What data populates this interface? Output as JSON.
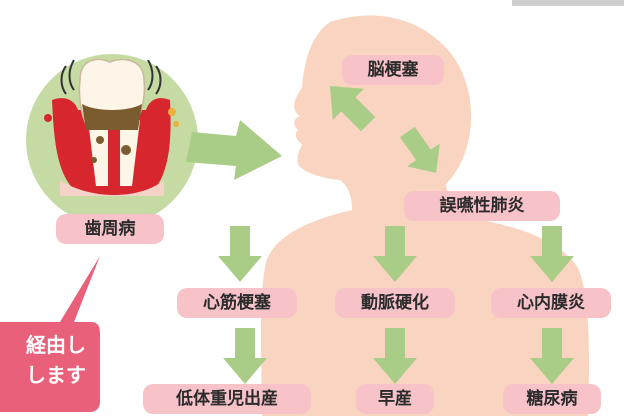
{
  "nodes": {
    "periodontal": "歯周病",
    "stroke": "脳梗塞",
    "pneumonia": "誤嚥性肺炎",
    "heart_attack": "心筋梗塞",
    "arteriosclerosis": "動脈硬化",
    "endocarditis": "心内膜炎",
    "low_birth_weight": "低体重児出産",
    "premature_birth": "早産",
    "diabetes": "糖尿病"
  },
  "callout": {
    "line1": "経由し",
    "line2": "します"
  },
  "colors": {
    "silhouette": "#f9d4c0",
    "tooth_circle": "#c6dba3",
    "arrow": "#a9cd86",
    "label_bg": "#f7c3c8",
    "callout": "#e8607a",
    "gum": "#d8262e",
    "tooth": "#fdf6e8",
    "tartar": "#7a5c2e"
  }
}
